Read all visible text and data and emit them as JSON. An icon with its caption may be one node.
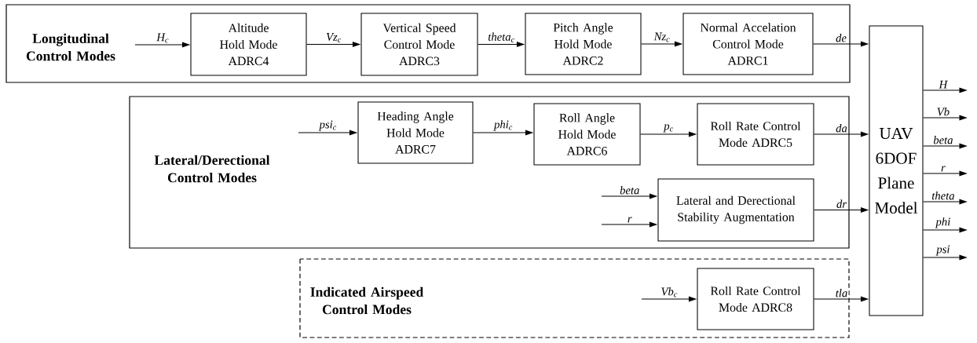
{
  "diagram": {
    "nodes": [
      {
        "text": [
          "Longitudinal Control Modes"
        ]
      },
      {
        "text": [
          "Altitude Hold Mode ADRC4"
        ],
        "in": 0
      },
      {
        "text": [
          "Vertical Speed Control Mode ADRC3"
        ],
        "in": 0
      },
      {
        "text": [
          "Pitch Angle Hold Mode ADRC2"
        ],
        "in": 0
      },
      {
        "text": [
          "Normal Accelation Control Mode ADRC1"
        ],
        "in": 0
      },
      {
        "text": [
          "Lateral/Derectional Control Modes"
        ]
      },
      {
        "text": [
          "Heading Angle Hold Mode ADRC7"
        ],
        "in": 5
      },
      {
        "text": [
          "Roll Angle Hold Mode ADRC6"
        ],
        "in": 5
      },
      {
        "text": [
          "Roll Rate Control Mode ADRC5"
        ],
        "in": 5
      },
      {
        "text": [
          "Lateral and Derectional Stability Augmentation"
        ],
        "in": 5
      },
      {
        "text": [
          "Indicated Airspeed Control Modes"
        ]
      },
      {
        "text": [
          "Roll Rate Control Mode ADRC8"
        ],
        "in": 10
      },
      {
        "text": [
          "UAV 6DOF Plane Model"
        ]
      }
    ],
    "edges": [
      {
        "from": null,
        "to": 1,
        "arrow": "to",
        "label": "H$_{c}$"
      },
      {
        "from": 1,
        "to": 2,
        "arrow": "to",
        "label": "Vz$_{c}$"
      },
      {
        "from": 2,
        "to": 3,
        "arrow": "to",
        "label": "theta$_{c}$"
      },
      {
        "from": 3,
        "to": 4,
        "arrow": "to",
        "label": "Nz$_{c}$"
      },
      {
        "from": 4,
        "to": 12,
        "arrow": "to",
        "label": "de"
      },
      {
        "from": null,
        "to": 6,
        "arrow": "to",
        "label": "psi$_{c}$"
      },
      {
        "from": 6,
        "to": 7,
        "arrow": "to",
        "label": "phi$_{c}$"
      },
      {
        "from": 7,
        "to": 8,
        "arrow": "to",
        "label": "p$_{c}$"
      },
      {
        "from": 8,
        "to": 12,
        "arrow": "to",
        "label": "da"
      },
      {
        "from": null,
        "to": 9,
        "arrow": "to",
        "label": "beta"
      },
      {
        "from": null,
        "to": 9,
        "arrow": "to",
        "label": "r"
      },
      {
        "from": 9,
        "to": 12,
        "arrow": "to",
        "label": "dr"
      },
      {
        "from": null,
        "to": 11,
        "arrow": "to",
        "label": "Vb$_{c}$"
      },
      {
        "from": 11,
        "to": 12,
        "arrow": "to",
        "label": "tla"
      },
      {
        "from": 12,
        "to": null,
        "arrow": "to",
        "label": "H"
      },
      {
        "from": 12,
        "to": null,
        "arrow": "to",
        "label": "Vb"
      },
      {
        "from": 12,
        "to": null,
        "arrow": "to",
        "label": "beta"
      },
      {
        "from": 12,
        "to": null,
        "arrow": "to",
        "label": "r"
      },
      {
        "from": 12,
        "to": null,
        "arrow": "to",
        "label": "theta"
      },
      {
        "from": 12,
        "to": null,
        "arrow": "to",
        "label": "phi"
      },
      {
        "from": 12,
        "to": null,
        "arrow": "to",
        "label": "psi"
      }
    ]
  }
}
